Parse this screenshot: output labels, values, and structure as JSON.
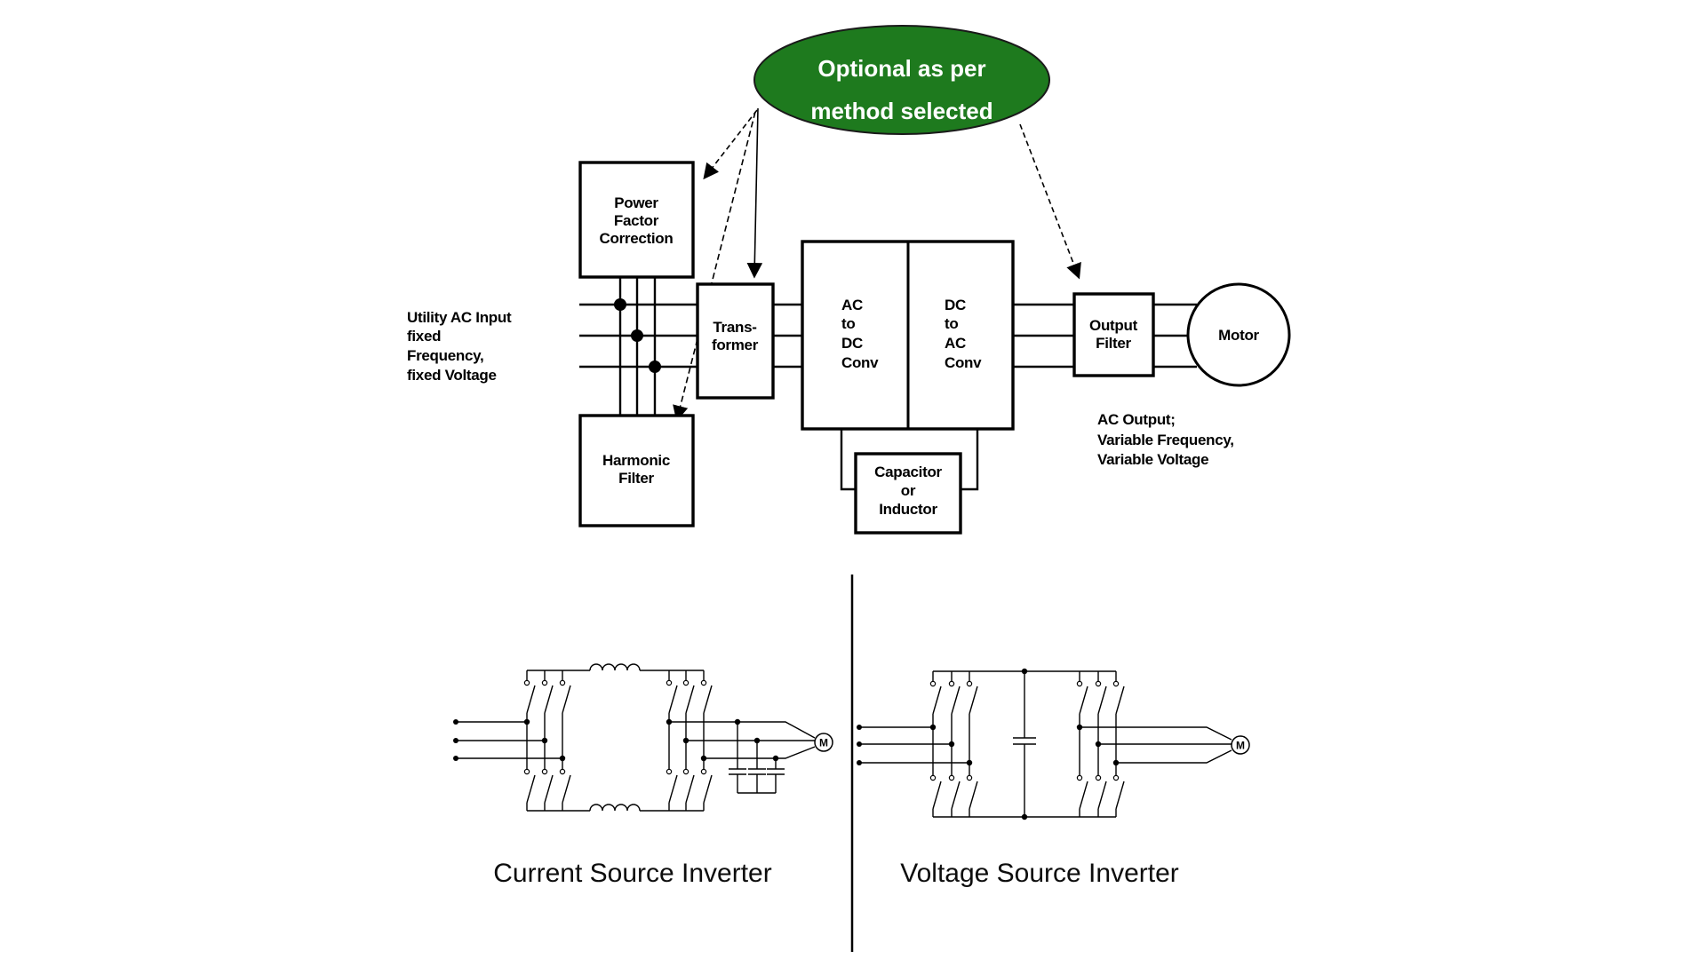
{
  "callout": {
    "lines": [
      "Optional as per",
      "method selected"
    ],
    "fill": "#1e7a1e",
    "text_color": "#ffffff"
  },
  "blocks": {
    "power_factor_correction": {
      "lines": [
        "Power",
        "Factor",
        "Correction"
      ]
    },
    "harmonic_filter": {
      "lines": [
        "Harmonic",
        "Filter"
      ]
    },
    "transformer": {
      "lines": [
        "Trans-",
        "former"
      ]
    },
    "ac_to_dc": {
      "lines": [
        "AC",
        "to",
        "DC",
        "Conv"
      ]
    },
    "dc_to_ac": {
      "lines": [
        "DC",
        "to",
        "AC",
        "Conv"
      ]
    },
    "capacitor_or_inductor": {
      "lines": [
        "Capacitor",
        "or",
        "Inductor"
      ]
    },
    "output_filter": {
      "lines": [
        "Output",
        "Filter"
      ]
    },
    "motor": {
      "label": "Motor"
    }
  },
  "annotations": {
    "input": {
      "lines": [
        "Utility AC Input",
        "fixed",
        "Frequency,",
        "fixed Voltage"
      ]
    },
    "output": {
      "lines": [
        "AC Output;",
        "Variable Frequency,",
        "Variable Voltage"
      ]
    }
  },
  "inverters": {
    "current_source": {
      "title": "Current Source Inverter",
      "motor_label": "M"
    },
    "voltage_source": {
      "title": "Voltage Source Inverter",
      "motor_label": "M"
    }
  },
  "colors": {
    "line": "#000000",
    "callout_green": "#1e7a1e",
    "background": "#ffffff"
  }
}
